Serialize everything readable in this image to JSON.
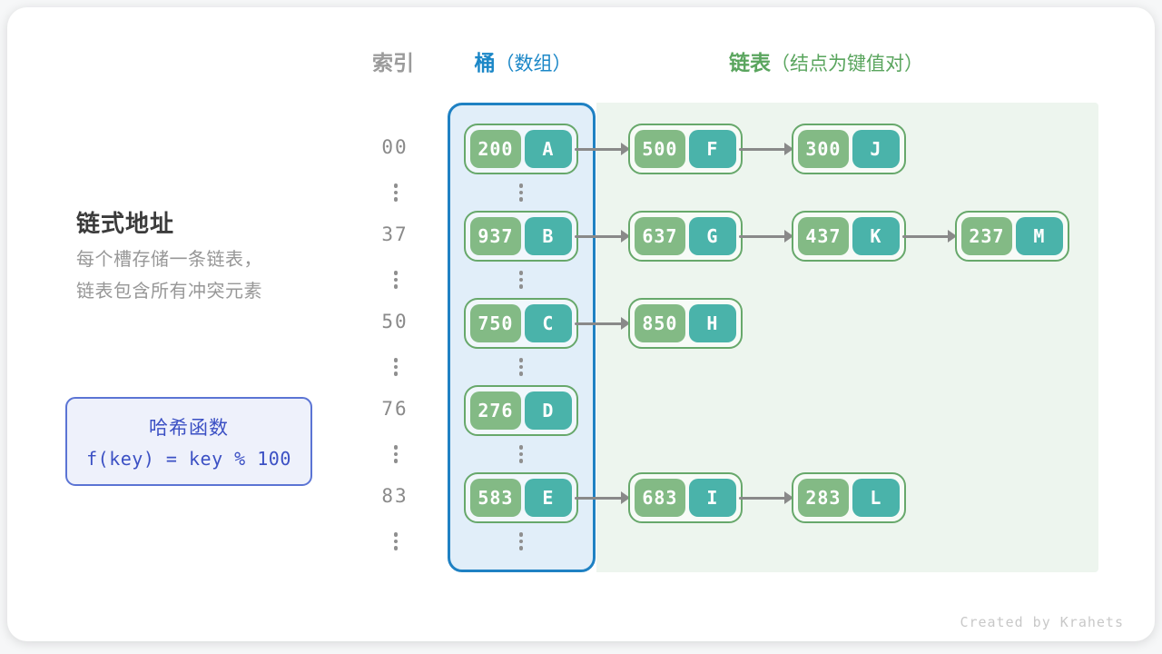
{
  "title_area": {
    "col_index": "索引",
    "col_bucket_main": "桶",
    "col_bucket_sub": "（数组）",
    "col_list_main": "链表",
    "col_list_sub": "（结点为键值对）"
  },
  "left_panel": {
    "heading": "链式地址",
    "description_line1": "每个槽存储一条链表，",
    "description_line2": "链表包含所有冲突元素",
    "hash_function_box": {
      "title": "哈希函数",
      "formula": "f(key) = key % 100"
    }
  },
  "hash_table": {
    "rows": [
      {
        "index": "00",
        "bucket": {
          "key": "200",
          "value": "A"
        },
        "chain": [
          {
            "key": "500",
            "value": "F"
          },
          {
            "key": "300",
            "value": "J"
          }
        ]
      },
      {
        "index": "37",
        "bucket": {
          "key": "937",
          "value": "B"
        },
        "chain": [
          {
            "key": "637",
            "value": "G"
          },
          {
            "key": "437",
            "value": "K"
          },
          {
            "key": "237",
            "value": "M"
          }
        ]
      },
      {
        "index": "50",
        "bucket": {
          "key": "750",
          "value": "C"
        },
        "chain": [
          {
            "key": "850",
            "value": "H"
          }
        ]
      },
      {
        "index": "76",
        "bucket": {
          "key": "276",
          "value": "D"
        },
        "chain": []
      },
      {
        "index": "83",
        "bucket": {
          "key": "583",
          "value": "E"
        },
        "chain": [
          {
            "key": "683",
            "value": "I"
          },
          {
            "key": "283",
            "value": "L"
          }
        ]
      }
    ]
  },
  "footer": {
    "credit": "Created by Krahets"
  },
  "colors": {
    "header_gray": "#9b9b9b",
    "header_blue": "#1b87c7",
    "header_green": "#5aa55e",
    "bucket_border": "#1f81c3",
    "bucket_fill": "#e1eef9",
    "list_region_fill": "#edf5ee",
    "node_border": "#67a86b",
    "key_fill": "#83ba85",
    "value_fill": "#4ab3aa",
    "arrow": "#898989",
    "index_text": "#8a8a8a",
    "hash_box_border": "#5b74d4",
    "hash_box_fill": "#eef1fb",
    "hash_box_text": "#3b50c4"
  }
}
